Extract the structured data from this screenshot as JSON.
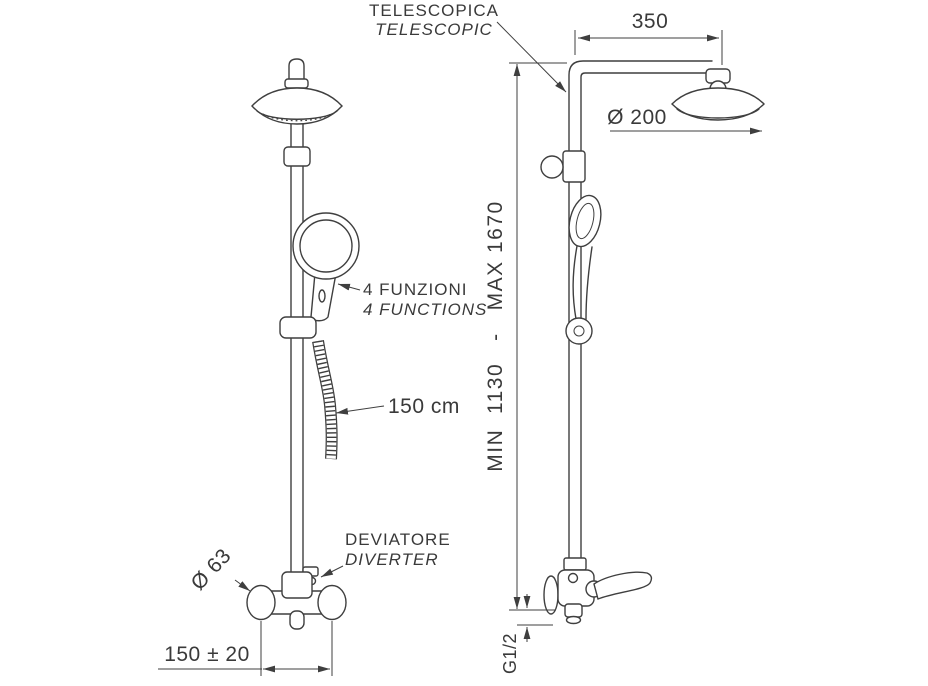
{
  "drawing": {
    "title": "shower-column-technical-drawing",
    "labels": {
      "telescopica": "TELESCOPICA",
      "telescopic": "TELESCOPIC",
      "funzioni": "4 FUNZIONI",
      "functions": "4 FUNCTIONS",
      "deviatore": "DEVIATORE",
      "diverter": "DIVERTER"
    },
    "dimensions": {
      "arm_length": "350",
      "head_diameter": "Ø 200",
      "height_range": "MIN  1130   -   MAX 1670",
      "hose_length": "150 cm",
      "escutcheon_diameter": "Ø 63",
      "inlet_spacing": "150 ± 20",
      "thread": "G1/2"
    },
    "colors": {
      "line": "#3f3f3f",
      "text": "#3a3a3a",
      "background": "#ffffff"
    }
  }
}
